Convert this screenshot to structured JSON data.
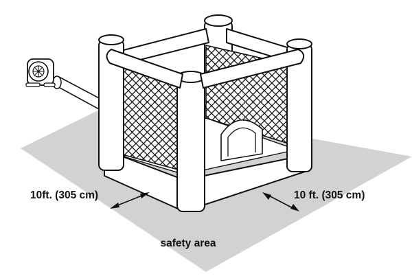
{
  "labels": {
    "left_dimension": "10ft. (305 cm)",
    "right_dimension": "10 ft. (305 cm)",
    "area": "safety area"
  },
  "colors": {
    "safety_area_fill": "#d2d2d2",
    "outline": "#111111",
    "background": "#ffffff"
  },
  "icons": {
    "blower": "air-blower-icon"
  }
}
